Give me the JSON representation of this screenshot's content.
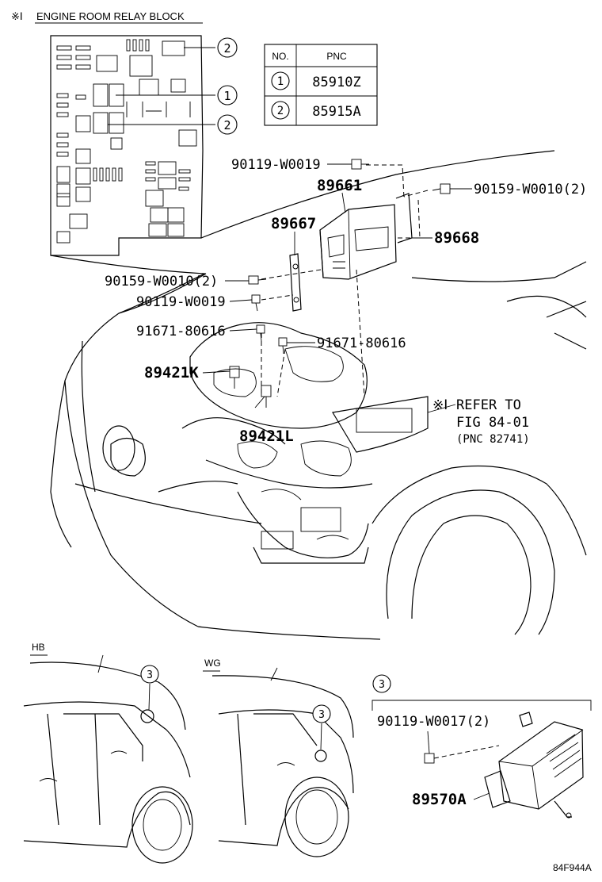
{
  "relay_block": {
    "title_mark": "※Ⅰ",
    "title": "ENGINE ROOM RELAY BLOCK",
    "callouts": [
      "2",
      "1",
      "2"
    ]
  },
  "pnc_table": {
    "col_no": "NO.",
    "col_pnc": "PNC",
    "rows": [
      {
        "no": "1",
        "pnc": "85910Z"
      },
      {
        "no": "2",
        "pnc": "85915A"
      }
    ]
  },
  "parts": {
    "bolt_top": "90119-W0019",
    "ecu": "89661",
    "bolt_right": "90159-W0010(2)",
    "bracket_left": "89667",
    "bracket_right": "89668",
    "bolt_left_a": "90159-W0010(2)",
    "bolt_left_b": "90119-W0019",
    "sensor_bolt_left": "91671-80616",
    "sensor_bolt_right": "91671-80616",
    "sensor_k": "89421K",
    "sensor_l": "89421L"
  },
  "refer": {
    "mark": "※Ⅰ",
    "line1": "REFER TO",
    "line2": "FIG 84-01",
    "line3": "(PNC 82741)"
  },
  "bottom": {
    "hb_label": "HB",
    "wg_label": "WG",
    "hb_callout": "3",
    "wg_callout": "3",
    "detail_callout": "3",
    "detail_bolt": "90119-W0017(2)",
    "detail_part": "89570A"
  },
  "figure_code": "84F944A"
}
